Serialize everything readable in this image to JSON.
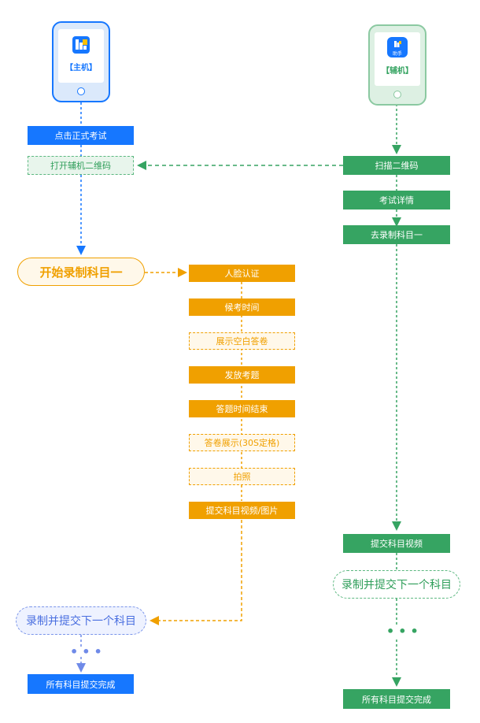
{
  "main_device": {
    "label": "【主机】",
    "steps": {
      "click_exam": "点击正式考试",
      "open_qr": "打开辅机二维码",
      "start_record": "开始录制科目一",
      "record_next": "录制并提交下一个科目",
      "all_done": "所有科目提交完成"
    }
  },
  "aux_device": {
    "label": "【辅机】",
    "icon_text": "助手",
    "steps": {
      "scan_qr": "扫描二维码",
      "exam_detail": "考试详情",
      "go_record": "去录制科目一",
      "submit_video": "提交科目视频",
      "record_next": "录制并提交下一个科目",
      "all_done": "所有科目提交完成"
    }
  },
  "record_flow": {
    "steps": [
      "人脸认证",
      "候考时间",
      "展示空白答卷",
      "发放考题",
      "答题时间结束",
      "答卷展示(30S定格)",
      "拍照",
      "提交科目视频/图片"
    ]
  },
  "colors": {
    "blue": "#1677ff",
    "green": "#36a462",
    "orange": "#f0a000"
  }
}
